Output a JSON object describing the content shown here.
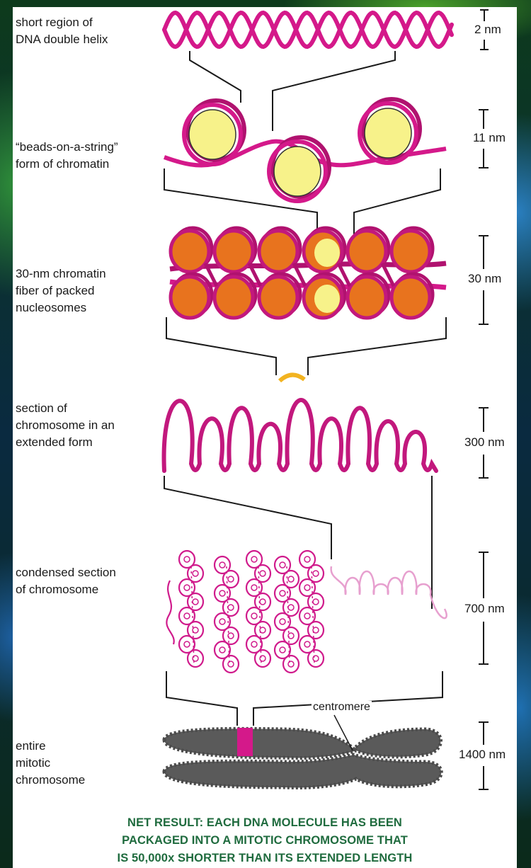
{
  "labels": {
    "dna": "short region of\nDNA double helix",
    "beads": "“beads-on-a-string”\nform of chromatin",
    "fiber": "30-nm chromatin\nfiber of packed\nnucleosomes",
    "extended": "section of\nchromosome in an\nextended form",
    "condensed": "condensed section\nof chromosome",
    "mitotic": "entire\nmitotic\nchromosome"
  },
  "scales": {
    "dna": "2 nm",
    "beads": "11 nm",
    "fiber": "30 nm",
    "extended": "300 nm",
    "condensed": "700 nm",
    "mitotic": "1400 nm"
  },
  "centromere_label": "centromere",
  "footer": [
    "NET RESULT: EACH DNA MOLECULE HAS BEEN",
    "PACKAGED INTO A MITOTIC CHROMOSOME THAT",
    "IS 50,000x SHORTER THAN ITS EXTENDED LENGTH"
  ],
  "colors": {
    "dna_magenta": "#d4198a",
    "histone_yellow": "#f7f28a",
    "histone_orange": "#e8731e",
    "chromosome_gray": "#5a5a5a",
    "footer_green": "#1f6b3e"
  }
}
